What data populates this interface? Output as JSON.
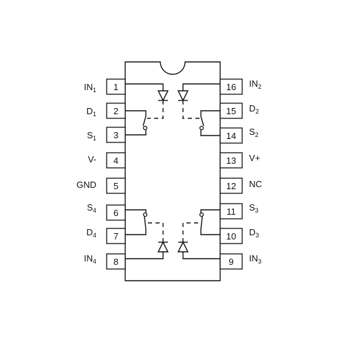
{
  "pins": [
    {
      "num": "1",
      "name": "IN",
      "sub": "1"
    },
    {
      "num": "2",
      "name": "D",
      "sub": "1"
    },
    {
      "num": "3",
      "name": "S",
      "sub": "1"
    },
    {
      "num": "4",
      "name": "V-",
      "sub": ""
    },
    {
      "num": "5",
      "name": "GND",
      "sub": ""
    },
    {
      "num": "6",
      "name": "S",
      "sub": "4"
    },
    {
      "num": "7",
      "name": "D",
      "sub": "4"
    },
    {
      "num": "8",
      "name": "IN",
      "sub": "4"
    },
    {
      "num": "9",
      "name": "IN",
      "sub": "3"
    },
    {
      "num": "10",
      "name": "D",
      "sub": "3"
    },
    {
      "num": "11",
      "name": "S",
      "sub": "3"
    },
    {
      "num": "12",
      "name": "NC",
      "sub": ""
    },
    {
      "num": "13",
      "name": "V+",
      "sub": ""
    },
    {
      "num": "14",
      "name": "S",
      "sub": "2"
    },
    {
      "num": "15",
      "name": "D",
      "sub": "2"
    },
    {
      "num": "16",
      "name": "IN",
      "sub": "2"
    }
  ]
}
